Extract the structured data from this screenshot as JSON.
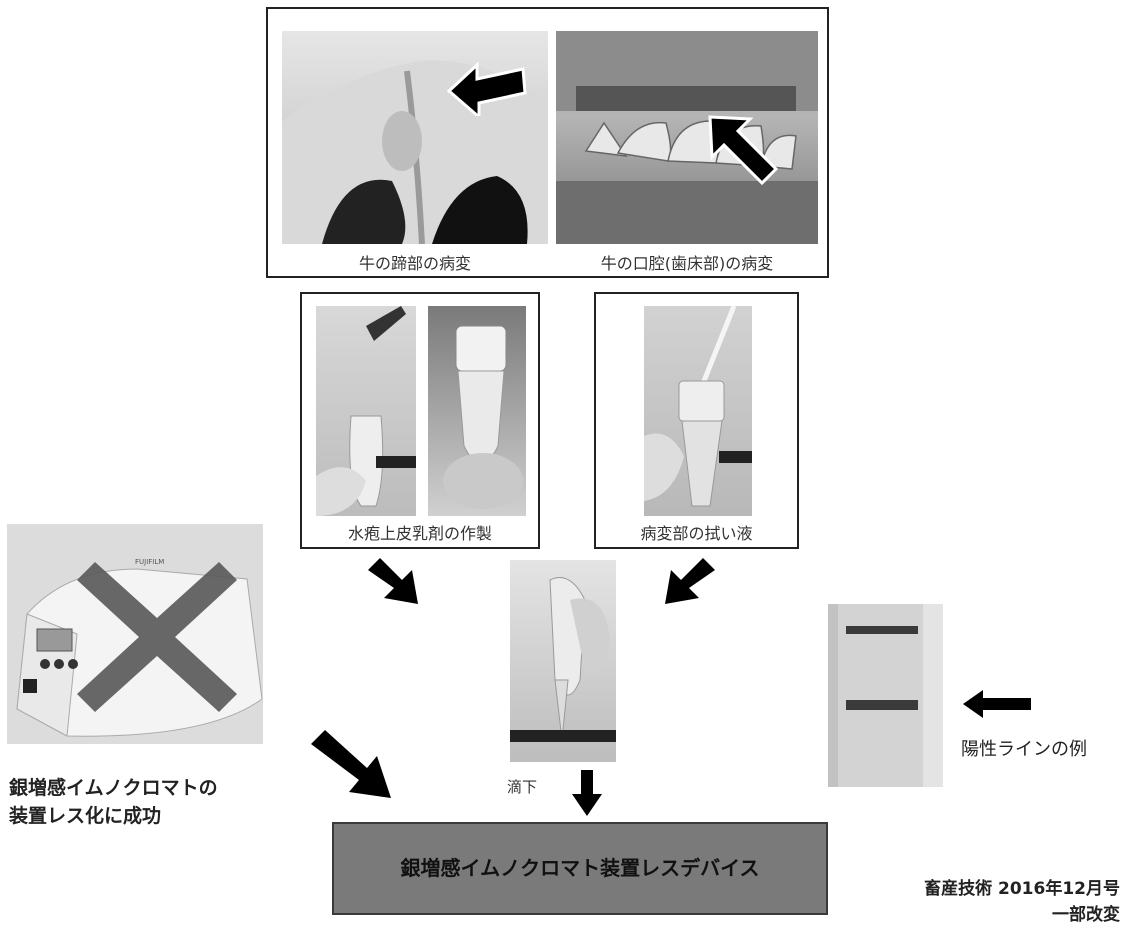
{
  "top_panel": {
    "caption_hoof": "牛の蹄部の病変",
    "caption_mouth": "牛の口腔(歯床部)の病変"
  },
  "sample_panels": {
    "left_caption": "水疱上皮乳剤の作製",
    "right_caption": "病変部の拭い液"
  },
  "drop_label": "滴下",
  "device_box_label": "銀増感イムノクロマト装置レスデバイス",
  "left_text": [
    "銀増感イムノクロマトの",
    "装置レス化に成功"
  ],
  "positive_line_label": "陽性ラインの例",
  "source": [
    "畜産技術 2016年12月号",
    "一部改変"
  ],
  "device_brand": "FUJIFILM",
  "colors": {
    "box_fill": "#7a7a7a",
    "arrow": "#000000",
    "cross": "#5a5a5a"
  }
}
